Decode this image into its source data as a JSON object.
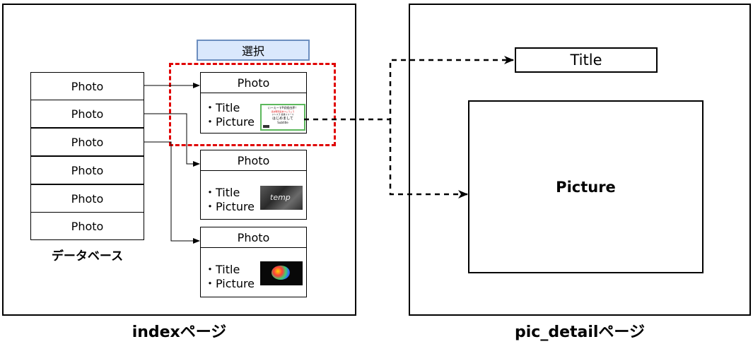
{
  "index_page": {
    "label": "indexページ",
    "database": {
      "rows": [
        "Photo",
        "Photo",
        "Photo",
        "Photo",
        "Photo",
        "Photo"
      ],
      "label": "データベース"
    },
    "select_button": "選択",
    "cards": [
      {
        "header": "Photo",
        "title_line": "・Title",
        "picture_line": "・Picture",
        "thumb": "page-thumbnail"
      },
      {
        "header": "Photo",
        "title_line": "・Title",
        "picture_line": "・Picture",
        "thumb": "temp-thumbnail"
      },
      {
        "header": "Photo",
        "title_line": "・Title",
        "picture_line": "・Picture",
        "thumb": "colorful-thumbnail"
      }
    ]
  },
  "detail_page": {
    "label": "pic_detailページ",
    "title_box": "Title",
    "picture_box": "Picture"
  },
  "thumb_texts": {
    "line1": "いーえーすP初経由界！",
    "line2": "ほぼ時刻表あつこうこう",
    "line3": "い〜スラ 最後リリース",
    "line4": "はじめまして",
    "line5": "Subtitle",
    "temp": "temp"
  },
  "colors": {
    "selection_dash": "#e00000",
    "select_fill": "#dae8fc",
    "select_border": "#6c8ebf",
    "thumb_border": "#5cb85c"
  }
}
